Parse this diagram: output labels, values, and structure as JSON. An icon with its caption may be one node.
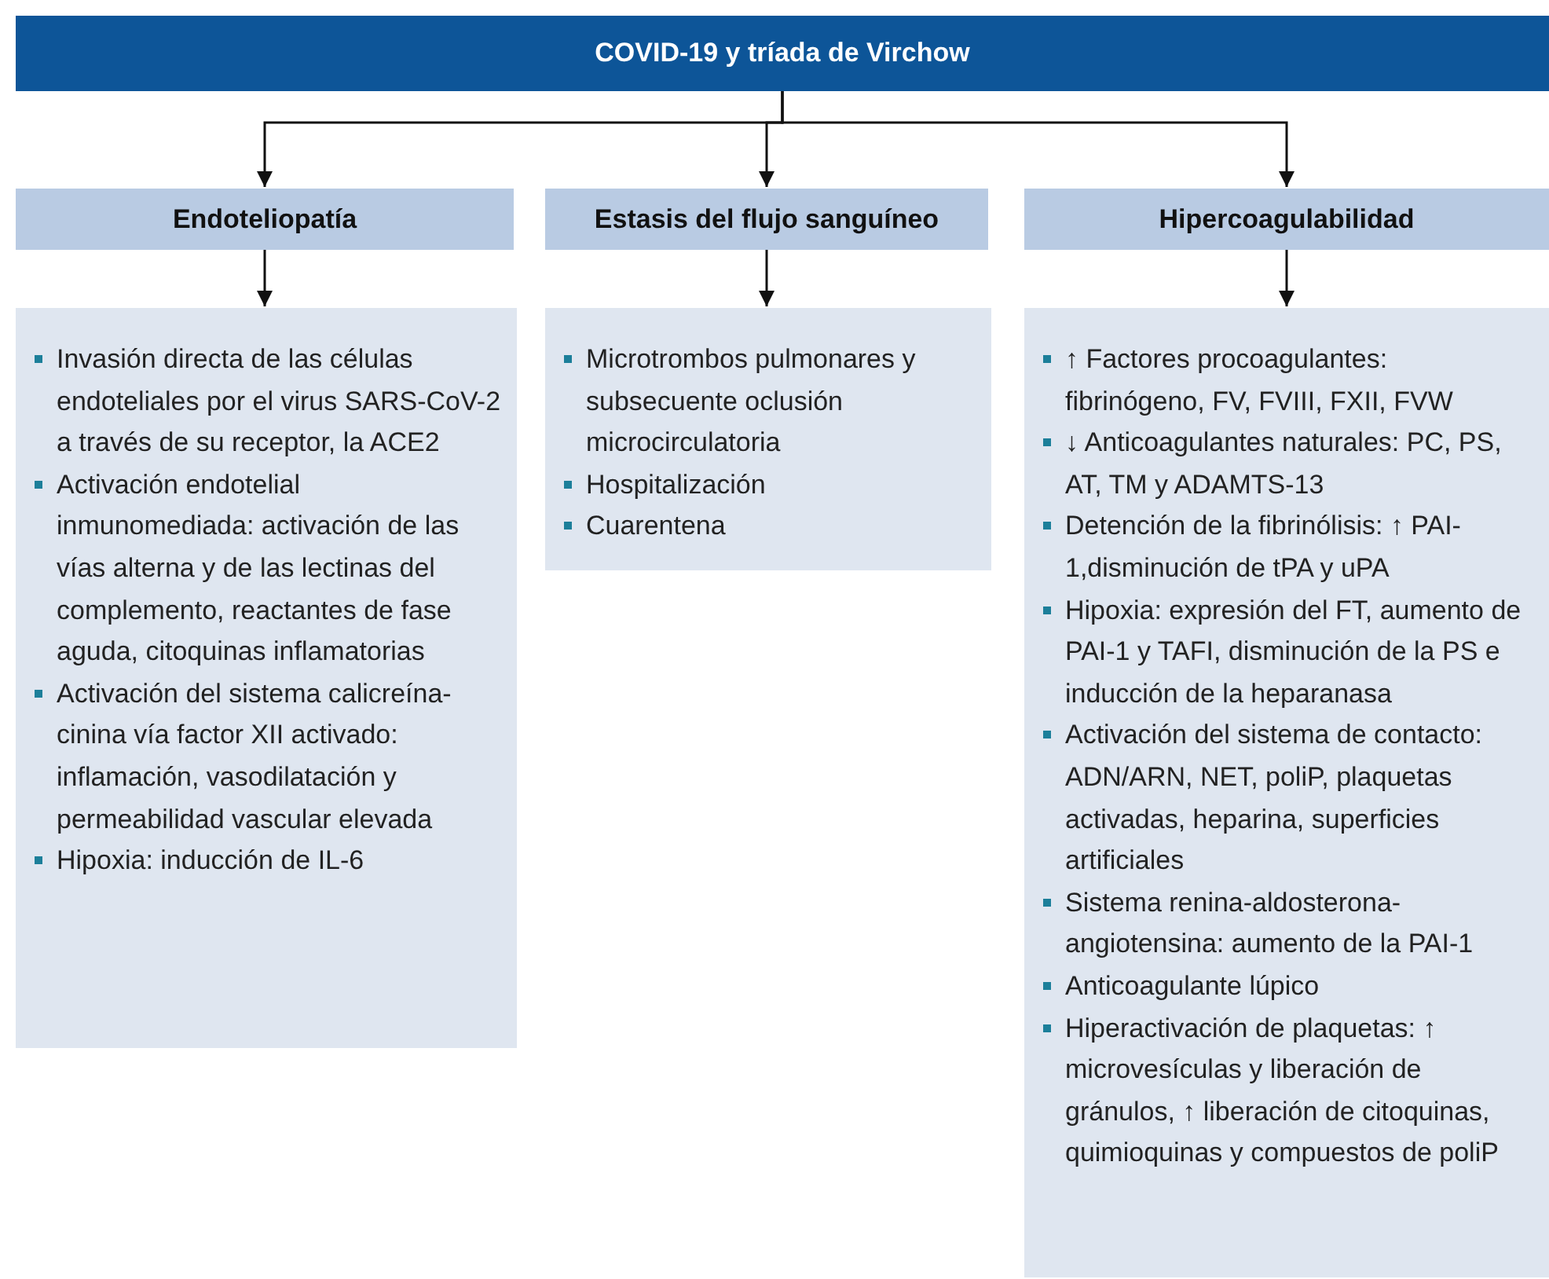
{
  "diagram": {
    "nodes": [
      {
        "text": [
          "COVID-19 y tríada de Virchow"
        ]
      },
      {
        "text": [
          "Endoteliopatía"
        ]
      },
      {
        "text": [
          "Estasis del flujo sanguíneo"
        ]
      },
      {
        "text": [
          "Hipercoagulabilidad"
        ]
      },
      {
        "text": [
          "Invasión directa de las células endoteliales por el virus SARS-CoV-2 a través de su receptor, la ACE2",
          "Activación endotelial inmunomediada: activación de las vías alterna y de las lectinas del complemento, reactantes de fase aguda, citoquinas inflamatorias",
          "Activación del sistema calicreína-cinina vía factor XII activado: inflamación, vasodilatación y permeabilidad vascular elevada",
          "Hipoxia: inducción de IL-6"
        ]
      },
      {
        "text": [
          "Microtrombos pulmonares y subsecuente oclusión microcirculatoria",
          "Hospitalización",
          "Cuarentena"
        ]
      },
      {
        "text": [
          "↑ Factores procoagulantes: fibrinógeno, FV, FVIII, FXII, FVW",
          "↓ Anticoagulantes naturales: PC, PS, AT, TM y ADAMTS-13",
          "Detención de la fibrinólisis: ↑ PAI-1,disminución de tPA y uPA",
          "Hipoxia: expresión del FT, aumento de PAI-1 y TAFI, disminución de la PS e inducción de la heparanasa",
          "Activación del sistema de contacto: ADN/ARN, NET, poliP, plaquetas activadas, heparina, superficies artificiales",
          "Sistema renina-aldosterona-angiotensina: aumento de la PAI-1",
          "Anticoagulante lúpico",
          "Hiperactivación de plaquetas: ↑ microvesículas y liberación de gránulos, ↑ liberación de citoquinas, quimioquinas y compuestos de poliP"
        ]
      }
    ],
    "edges": [
      {
        "from": 0,
        "to": 1,
        "arrow": "to"
      },
      {
        "from": 0,
        "to": 2,
        "arrow": "to"
      },
      {
        "from": 0,
        "to": 3,
        "arrow": "to"
      },
      {
        "from": 1,
        "to": 4,
        "arrow": "to"
      },
      {
        "from": 2,
        "to": 5,
        "arrow": "to"
      },
      {
        "from": 3,
        "to": 6,
        "arrow": "to"
      }
    ]
  }
}
